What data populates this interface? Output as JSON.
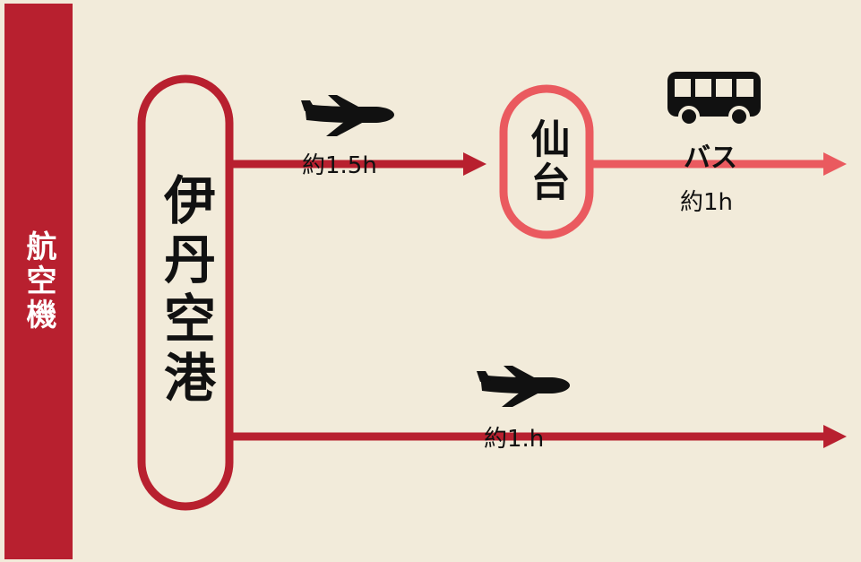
{
  "colors": {
    "background": "#f2ebda",
    "primary_red": "#b8202f",
    "light_red": "#ea5a5f",
    "icon_black": "#111111"
  },
  "side_label": "航空機",
  "origin": {
    "name": "伊丹空港"
  },
  "hub": {
    "name": "仙台"
  },
  "routes": [
    {
      "icon": "airplane-icon",
      "duration": "約1.5h"
    },
    {
      "mode": "バス",
      "icon": "bus-icon",
      "duration": "約1h"
    },
    {
      "icon": "airplane-icon",
      "duration": "約1.h"
    }
  ]
}
